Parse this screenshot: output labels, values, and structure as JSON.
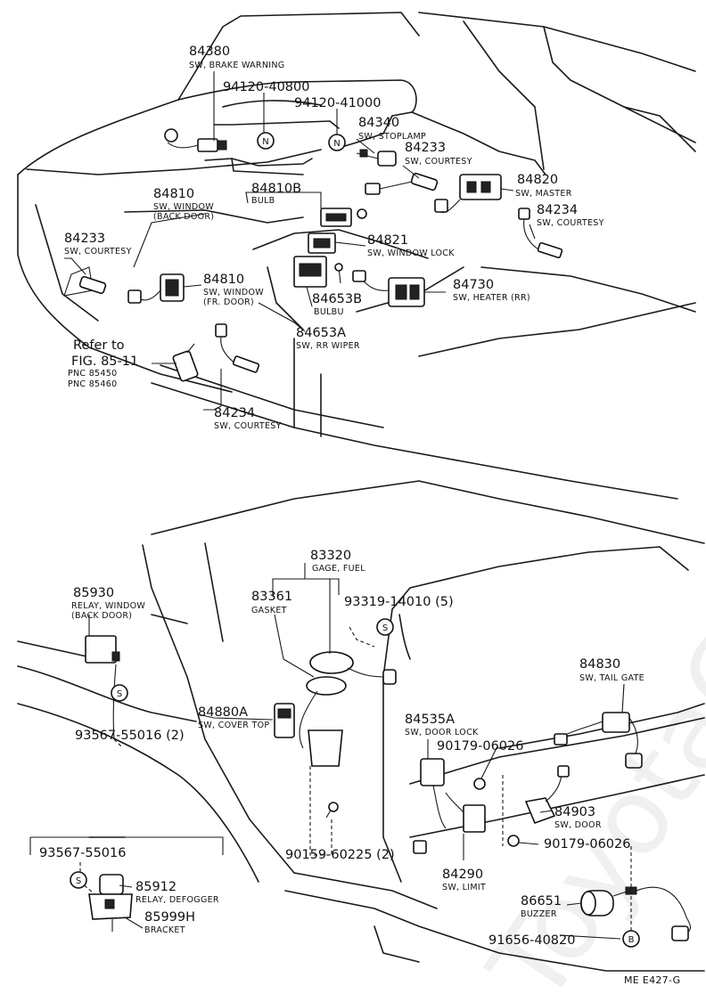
{
  "labels": {
    "l84380_num": "84380",
    "l84380_cap": "SW, BRAKE WARNING",
    "l9412040800": "94120-40800",
    "l9412041000": "94120-41000",
    "l84340_num": "84340",
    "l84340_cap": "SW, STOPLAMP",
    "l84233a_num": "84233",
    "l84233a_cap": "SW, COURTESY",
    "l84820_num": "84820",
    "l84820_cap": "SW, MASTER",
    "l84810_num": "84810",
    "l84810_cap1": "SW, WINDOW",
    "l84810_cap2": "(BACK DOOR)",
    "l84810B_num": "84810B",
    "l84810B_cap": "BULB",
    "l84234a_num": "84234",
    "l84234a_cap": "SW, COURTESY",
    "l84233b_num": "84233",
    "l84233b_cap": "SW, COURTESY",
    "l84821_num": "84821",
    "l84821_cap": "SW, WINDOW LOCK",
    "l84810f_num": "84810",
    "l84810f_cap1": "SW, WINDOW",
    "l84810f_cap2": "(FR. DOOR)",
    "l84653B_num": "84653B",
    "l84653B_cap": "BULBU",
    "l84730_num": "84730",
    "l84730_cap": "SW, HEATER (RR)",
    "l84653A_num": "84653A",
    "l84653A_cap": "SW, RR WIPER",
    "ref1": "Refer to",
    "ref2": "FIG. 85-11",
    "ref3": "PNC 85450",
    "ref4": "PNC 85460",
    "l84234b_num": "84234",
    "l84234b_cap": "SW, COURTESY",
    "l83320_num": "83320",
    "l83320_cap": "GAGE, FUEL",
    "l85930_num": "85930",
    "l85930_cap1": "RELAY, WINDOW",
    "l85930_cap2": "(BACK DOOR)",
    "l83361_num": "83361",
    "l83361_cap": "GASKET",
    "l9331914010": "93319-14010 (5)",
    "l84830_num": "84830",
    "l84830_cap": "SW, TAIL GATE",
    "l84880A_num": "84880A",
    "l84880A_cap": "SW, COVER TOP",
    "l84535A_num": "84535A",
    "l84535A_cap": "SW, DOOR LOCK",
    "l9356755016a": "93567-55016 (2)",
    "l9017906026a": "90179-06026",
    "l84903_num": "84903",
    "l84903_cap": "SW, DOOR",
    "l9017906026b": "90179-06026",
    "l9356755016b": "93567-55016",
    "l9015960225": "90159-60225 (2)",
    "l84290_num": "84290",
    "l84290_cap": "SW, LIMIT",
    "l85912_num": "85912",
    "l85912_cap": "RELAY, DEFOGGER",
    "l85999H_num": "85999H",
    "l85999H_cap": "BRACKET",
    "l86651_num": "86651",
    "l86651_cap": "BUZZER",
    "l9165640820": "91656-40820",
    "diagram_code": "ME E427-G"
  },
  "symbols": {
    "n": "N",
    "s": "S",
    "b": "B"
  },
  "watermark": "ToyotaCarMine.ru"
}
